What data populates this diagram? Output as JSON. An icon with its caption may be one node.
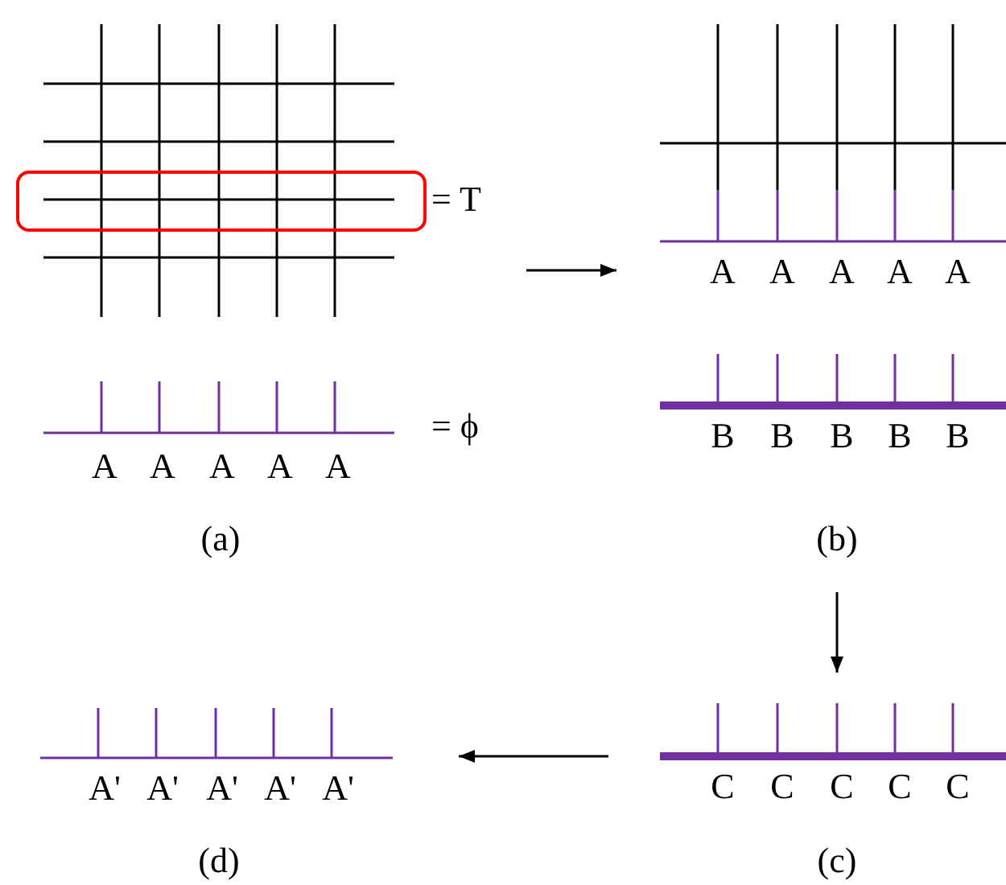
{
  "diagram": {
    "nodes": [
      {
        "text": [
          "(a)"
        ],
        "beside": [
          "= T",
          "= ϕ"
        ]
      },
      {
        "text": [
          "(b)"
        ]
      },
      {
        "text": [
          "(c)"
        ]
      },
      {
        "text": [
          "(d)"
        ]
      }
    ],
    "edges": [
      {
        "from": 0,
        "to": 1,
        "arrow": "to"
      },
      {
        "from": 1,
        "to": 2,
        "arrow": "to"
      },
      {
        "from": 2,
        "to": 3,
        "arrow": "to"
      }
    ],
    "labels": [
      "A",
      "A",
      "A",
      "A",
      "A",
      "A",
      "A",
      "A",
      "A",
      "A",
      "B",
      "B",
      "B",
      "B",
      "B",
      "A'",
      "A'",
      "A'",
      "A'",
      "A'",
      "C",
      "C",
      "C",
      "C",
      "C"
    ]
  }
}
